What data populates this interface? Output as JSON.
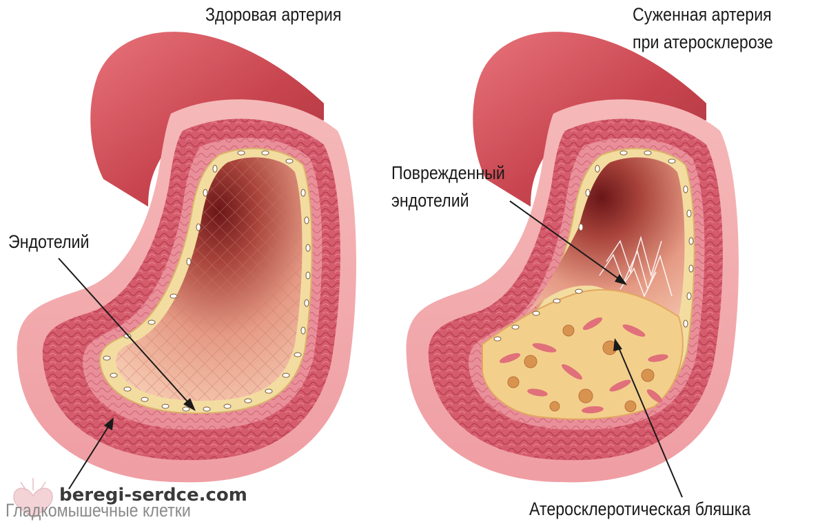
{
  "labels": {
    "healthy_title": "Здоровая артерия",
    "narrowed_title_line1": "Суженная артерия",
    "narrowed_title_line2": "при атеросклерозе",
    "endothelium": "Эндотелий",
    "damaged_line1": "Поврежденный",
    "damaged_line2": "эндотелий",
    "smooth_muscle": "Гладкомышечные клетки",
    "plaque": "Атеросклеротическая бляшка"
  },
  "watermark": {
    "text": "beregi-serdce.com",
    "icon": "heart-logo-icon"
  },
  "colors": {
    "vessel_outer": "#c8454f",
    "vessel_wall": "#e98f95",
    "muscle_band": "#d35a6a",
    "endothelium": "#f3dca0",
    "lumen_dark": "#7a1f21",
    "lumen_light": "#f2b09a",
    "plaque": "#f3cf8c",
    "plaque_cell": "#e0707a",
    "lipid": "#d8944f"
  }
}
